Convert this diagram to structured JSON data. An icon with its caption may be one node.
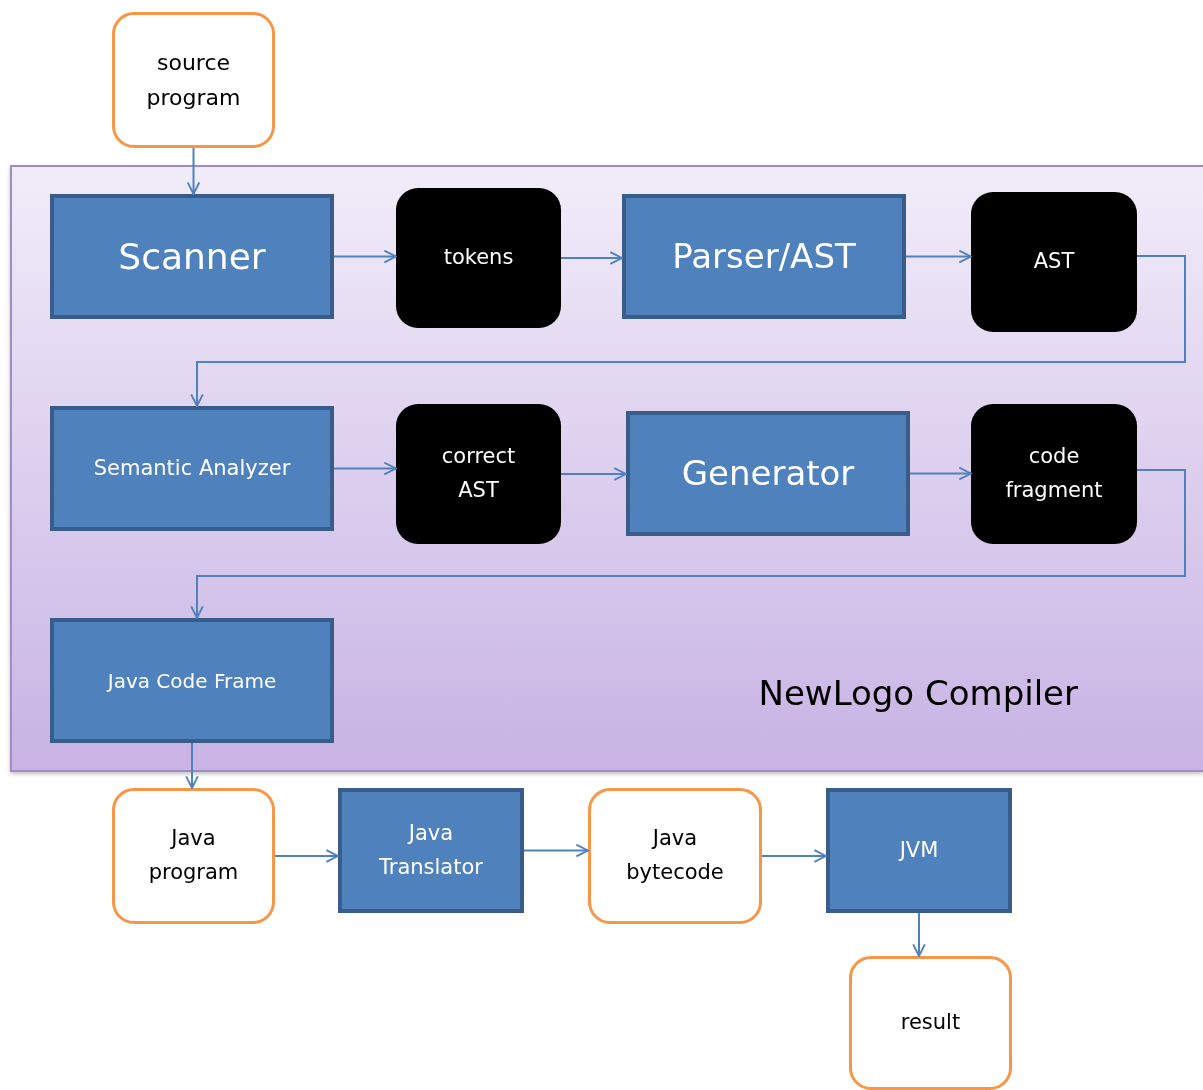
{
  "diagram": {
    "nodes": [
      {
        "text": [
          "source program"
        ]
      },
      {
        "text": [
          "NewLogo Compiler"
        ]
      },
      {
        "text": [
          "Scanner"
        ],
        "in": 1
      },
      {
        "text": [
          "tokens"
        ],
        "in": 1
      },
      {
        "text": [
          "Parser/AST"
        ],
        "in": 1
      },
      {
        "text": [
          "AST"
        ],
        "in": 1
      },
      {
        "text": [
          "Semantic Analyzer"
        ],
        "in": 1
      },
      {
        "text": [
          "correct AST"
        ],
        "in": 1
      },
      {
        "text": [
          "Generator"
        ],
        "in": 1
      },
      {
        "text": [
          "code fragment"
        ],
        "in": 1
      },
      {
        "text": [
          "Java Code Frame"
        ],
        "in": 1
      },
      {
        "text": [
          "Java program"
        ]
      },
      {
        "text": [
          "Java Translator"
        ]
      },
      {
        "text": [
          "Java bytecode"
        ]
      },
      {
        "text": [
          "JVM"
        ]
      },
      {
        "text": [
          "result"
        ]
      }
    ],
    "edges": [
      {
        "from": 0,
        "to": 2,
        "arrow": "to"
      },
      {
        "from": 2,
        "to": 3,
        "arrow": "to"
      },
      {
        "from": 3,
        "to": 4,
        "arrow": "to"
      },
      {
        "from": 4,
        "to": 5,
        "arrow": "to"
      },
      {
        "from": 5,
        "to": 6,
        "arrow": "to"
      },
      {
        "from": 6,
        "to": 7,
        "arrow": "to"
      },
      {
        "from": 7,
        "to": 8,
        "arrow": "to"
      },
      {
        "from": 8,
        "to": 9,
        "arrow": "to"
      },
      {
        "from": 9,
        "to": 10,
        "arrow": "to"
      },
      {
        "from": 10,
        "to": 11,
        "arrow": "to"
      },
      {
        "from": 11,
        "to": 12,
        "arrow": "to"
      },
      {
        "from": 12,
        "to": 13,
        "arrow": "to"
      },
      {
        "from": 13,
        "to": 14,
        "arrow": "to"
      },
      {
        "from": 14,
        "to": 15,
        "arrow": "to"
      }
    ]
  }
}
